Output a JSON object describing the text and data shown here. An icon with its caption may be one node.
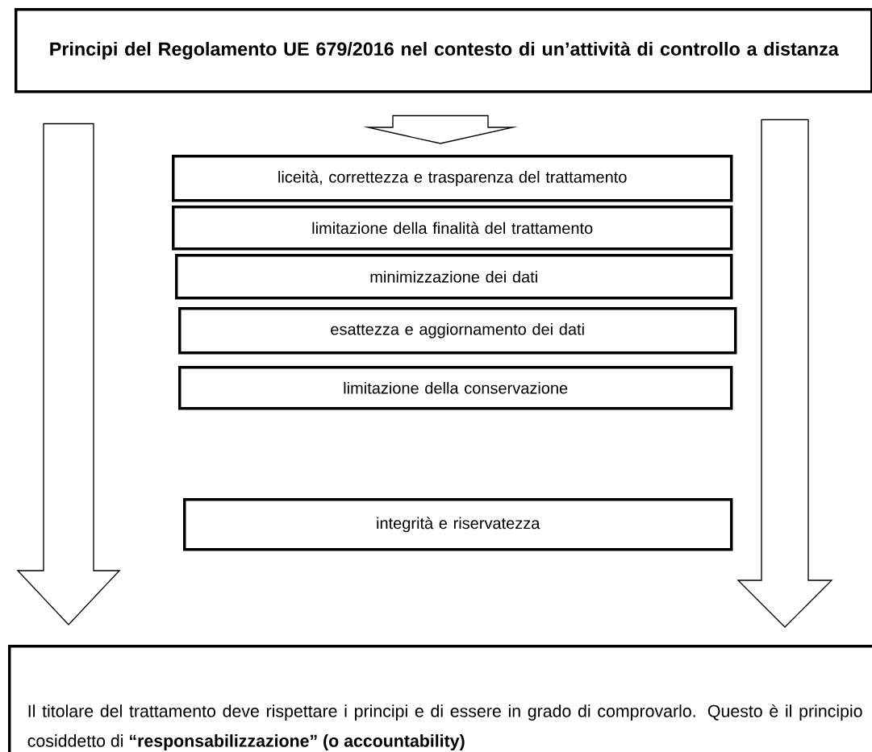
{
  "diagram": {
    "nodes": [
      {
        "text": [
          "Principi del Regolamento UE 679/2016 nel contesto di un’attività di controllo a distanza"
        ]
      },
      {
        "text": [
          "liceità, correttezza e trasparenza del trattamento"
        ]
      },
      {
        "text": [
          "limitazione della finalità del trattamento"
        ]
      },
      {
        "text": [
          "minimizzazione dei dati"
        ]
      },
      {
        "text": [
          "esattezza e aggiornamento dei dati"
        ]
      },
      {
        "text": [
          "limitazione della conservazione"
        ]
      },
      {
        "text": [
          "integrità e riservatezza"
        ]
      },
      {
        "text": [
          "Il titolare del trattamento deve rispettare i principi e di essere in grado di comprovarlo. Questo è il principio cosiddetto di **“responsabilizzazione” (o accountability)**"
        ]
      }
    ],
    "edges": [
      {
        "from": 0,
        "to": 1,
        "arrow": "to"
      },
      {
        "from": 0,
        "to": 7,
        "arrow": "to"
      },
      {
        "from": 0,
        "to": 7,
        "arrow": "to"
      }
    ]
  }
}
